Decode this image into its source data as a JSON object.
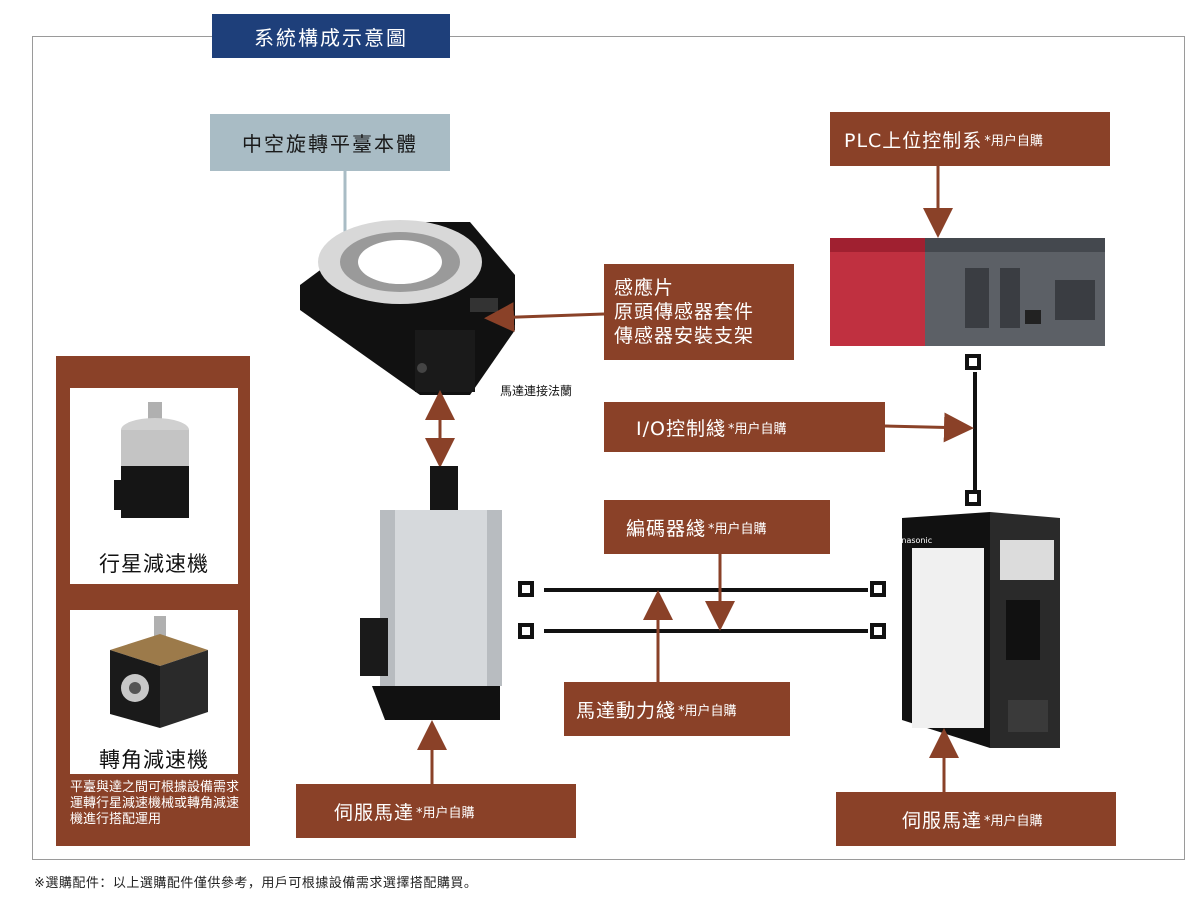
{
  "title": "系統構成示意圖",
  "rotary_table_label": "中空旋轉平臺本體",
  "sensor_box": [
    "感應片",
    "原頭傳感器套件",
    "傳感器安裝支架"
  ],
  "flange_label": "馬達連接法蘭",
  "plc_box": {
    "main": "PLC上位控制系",
    "suffix": "*用户自購"
  },
  "io_cable": {
    "main": "I/O控制綫",
    "suffix": "*用户自購"
  },
  "encoder_cable": {
    "main": "編碼器綫",
    "suffix": "*用户自購"
  },
  "power_cable": {
    "main": "馬達動力綫",
    "suffix": "*用户自購"
  },
  "servo_motor": {
    "main": "伺服馬達",
    "suffix": "*用户自購"
  },
  "servo_driver": {
    "main": "伺服馬達",
    "suffix": "*用户自購"
  },
  "planetary_reducer": "行星減速機",
  "right_angle_reducer": "轉角減速機",
  "reducer_note": "平臺與達之間可根據設備需求運轉行星減速機械或轉角減速機進行搭配運用",
  "driver_brand": "Panasonic",
  "footnote": "※選購配件：以上選購配件僅供參考，用戶可根據設備需求選擇搭配購買。",
  "colors": {
    "accent": "#8a4128",
    "title_bg": "#1e3f7a",
    "light_box": "#a9bcc5",
    "plc_red": "#c03040"
  }
}
